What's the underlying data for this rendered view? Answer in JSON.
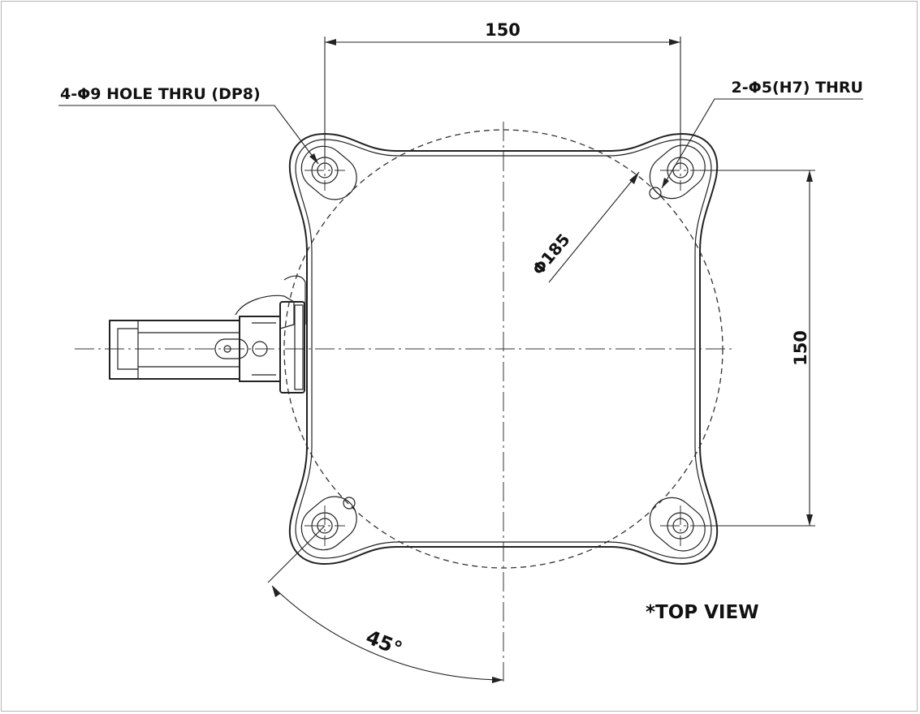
{
  "labels": {
    "dim_top": "150",
    "dim_right": "150",
    "dim_diameter": "Φ185",
    "hole_callout_left": "4-Φ9 HOLE THRU (DP8)",
    "hole_callout_right": "2-Φ5(H7) THRU",
    "angle": "45°",
    "view_title": "*TOP VIEW"
  },
  "colors": {
    "line": "#222222",
    "frame": "#b5b5b5",
    "background": "#ffffff"
  }
}
